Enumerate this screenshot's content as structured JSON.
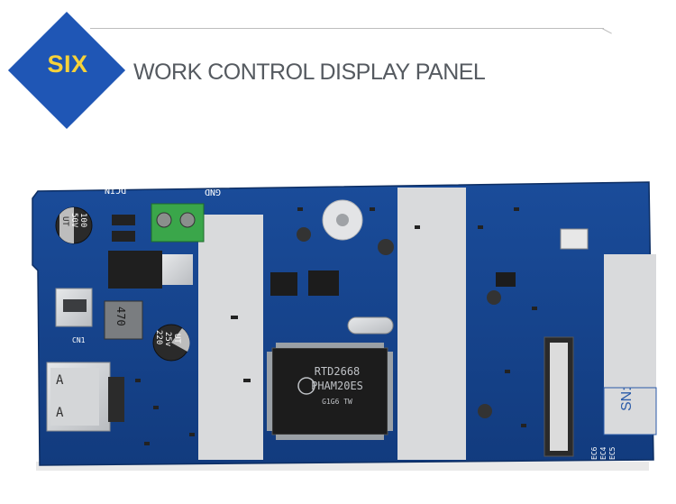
{
  "header": {
    "badge": "SIX",
    "title": "WORK CONTROL DISPLAY PANEL",
    "accent_color": "#1f56b5",
    "badge_text_color": "#f6d23a"
  },
  "board": {
    "chip_label_1": "RTD2668",
    "chip_label_2": "PHAM20ES",
    "chip_label_3": "G1G6 TW",
    "dcin_label": "DCIN",
    "gnd_label": "GND",
    "sn_label": "SN:",
    "cap1_label_1": "100",
    "cap1_label_2": "50V",
    "cap1_label_3": "UT",
    "cap2_label_1": "220",
    "cap2_label_2": "25v",
    "cap2_label_3": "UT",
    "inductor_label": "470",
    "cn1_label": "CN1",
    "hdmi_pin_1": "A",
    "hdmi_pin_2": "A",
    "ec_label_1": "EC6",
    "ec_label_2": "EC4",
    "ec_label_3": "EC5"
  }
}
